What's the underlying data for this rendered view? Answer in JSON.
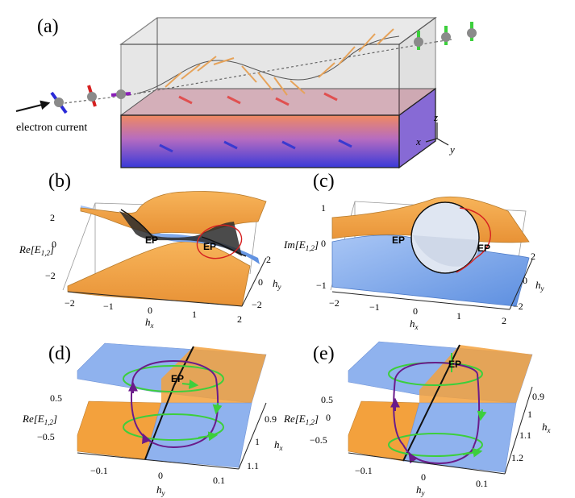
{
  "figure": {
    "panels": {
      "a": {
        "label": "(a)",
        "caption": "electron current",
        "axes": {
          "z": "z",
          "x": "x",
          "y": "y"
        }
      },
      "b": {
        "label": "(b)",
        "zlabel": "Re[E",
        "zlabel_sub": "1,2",
        "zlabel_close": "]",
        "ep": "EP",
        "ep2": "EP",
        "zticks": [
          "2",
          "0",
          "−2"
        ],
        "xticks": [
          "−2",
          "−1",
          "0",
          "1",
          "2"
        ],
        "xlabel": "h",
        "xlabel_sub": "x",
        "yticks": [
          "2",
          "0",
          "−2"
        ],
        "ylabel": "h",
        "ylabel_sub": "y"
      },
      "c": {
        "label": "(c)",
        "zlabel": "Im[E",
        "zlabel_sub": "1,2",
        "zlabel_close": "]",
        "ep": "EP",
        "ep2": "EP",
        "zticks": [
          "1",
          "0",
          "−1"
        ],
        "xticks": [
          "−2",
          "−1",
          "0",
          "1",
          "2"
        ],
        "xlabel": "h",
        "xlabel_sub": "x",
        "yticks": [
          "2",
          "0",
          "−2"
        ],
        "ylabel": "h",
        "ylabel_sub": "y"
      },
      "d": {
        "label": "(d)",
        "zlabel": "Re[E",
        "zlabel_sub": "1,2",
        "zlabel_close": "]",
        "ep": "EP",
        "zticks": [
          "0.5",
          "−0.5"
        ],
        "xticks": [
          "−0.1",
          "0",
          "0.1"
        ],
        "xlabel": "h",
        "xlabel_sub": "y",
        "yticks": [
          "0.9",
          "1",
          "1.1"
        ],
        "ylabel": "h",
        "ylabel_sub": "x"
      },
      "e": {
        "label": "(e)",
        "zlabel": "Re[E",
        "zlabel_sub": "1,2",
        "zlabel_close": "]",
        "ep": "EP",
        "zticks": [
          "0.5",
          "0",
          "−0.5"
        ],
        "xticks": [
          "−0.1",
          "0",
          "0.1"
        ],
        "xlabel": "h",
        "xlabel_sub": "y",
        "yticks": [
          "0.9",
          "1",
          "1.1",
          "1.2"
        ],
        "ylabel": "h",
        "ylabel_sub": "x"
      }
    },
    "colors": {
      "orange": "#f3a13d",
      "blue": "#6f9fe6",
      "green": "#3ccf3c",
      "purple": "#6a1b8a",
      "red": "#d62020"
    }
  }
}
